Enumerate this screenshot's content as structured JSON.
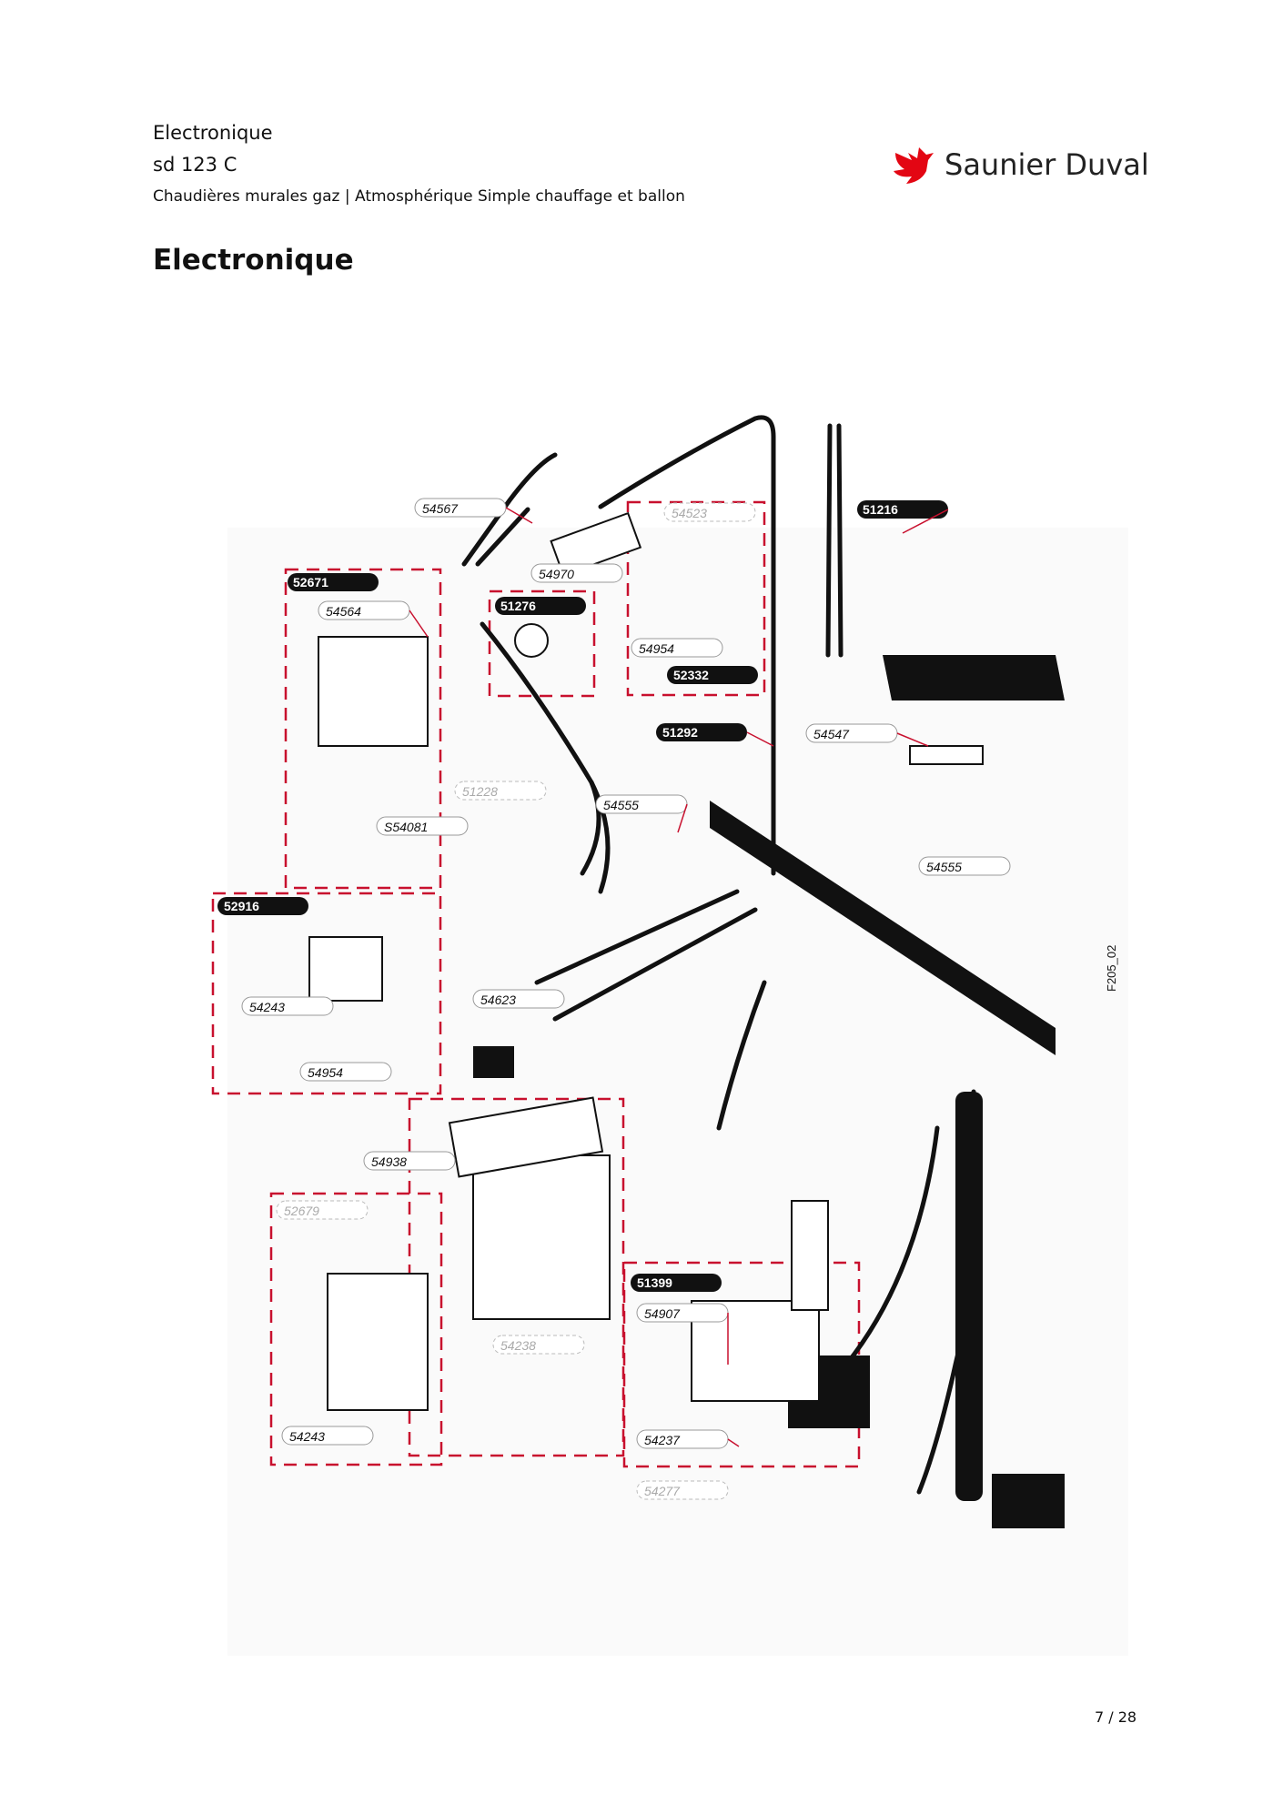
{
  "header": {
    "category": "Electronique",
    "model": "sd 123 C",
    "description": "Chaudières murales gaz | Atmosphérique Simple chauffage et ballon"
  },
  "brand": {
    "name": "Saunier Duval",
    "color": "#e30613"
  },
  "page_title": "Electronique",
  "diagram": {
    "figure_code": "F205_02",
    "group_labels": [
      "52671",
      "51276",
      "51216",
      "52332",
      "51292",
      "52916",
      "51399"
    ],
    "part_labels": [
      "54567",
      "54523",
      "54970",
      "54564",
      "54954",
      "51228",
      "54555",
      "S54081",
      "54547",
      "54555",
      "54243",
      "54954",
      "54623",
      "54938",
      "52679",
      "54238",
      "54907",
      "54243",
      "54237",
      "54277"
    ],
    "faded_labels": [
      "54523",
      "51228",
      "52679",
      "54238",
      "54277"
    ]
  },
  "footer": {
    "page": "7 / 28"
  }
}
